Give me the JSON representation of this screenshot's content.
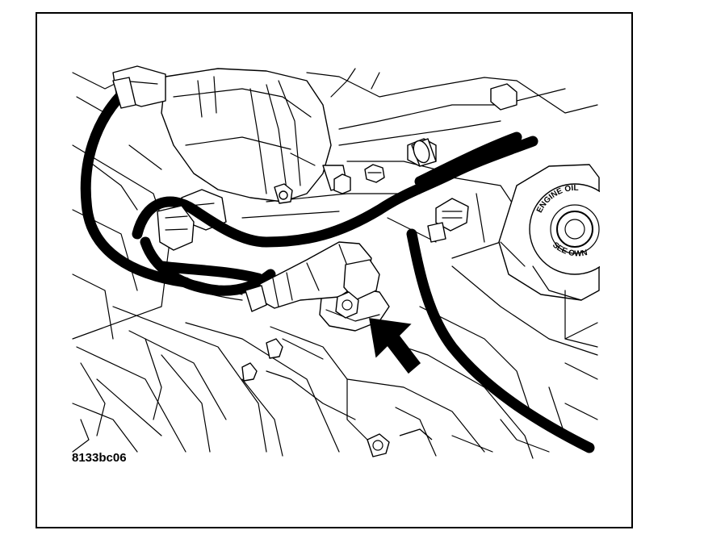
{
  "figure": {
    "code": "8133bc06",
    "cap_top_text": "ENGINE OIL",
    "cap_bottom_text": "SEE OWN"
  },
  "colors": {
    "line": "#000000",
    "paper": "#ffffff"
  },
  "icons": {
    "arrow": "arrow-up-left-icon"
  }
}
